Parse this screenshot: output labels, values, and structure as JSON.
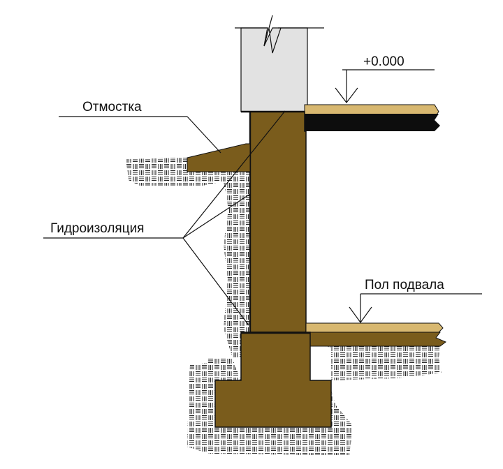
{
  "labels": {
    "level_mark": "+0.000",
    "blind_area": "Отмостка",
    "waterproofing": "Гидроизоляция",
    "basement_floor": "Пол подвала"
  },
  "colors": {
    "foundation": "#7a5c1c",
    "floor_finish": "#d8b870",
    "wall_above": "#e2e2e2",
    "slab": "#0d0d0d",
    "soil_hatch": "#2a2a2a",
    "line": "#111111"
  }
}
